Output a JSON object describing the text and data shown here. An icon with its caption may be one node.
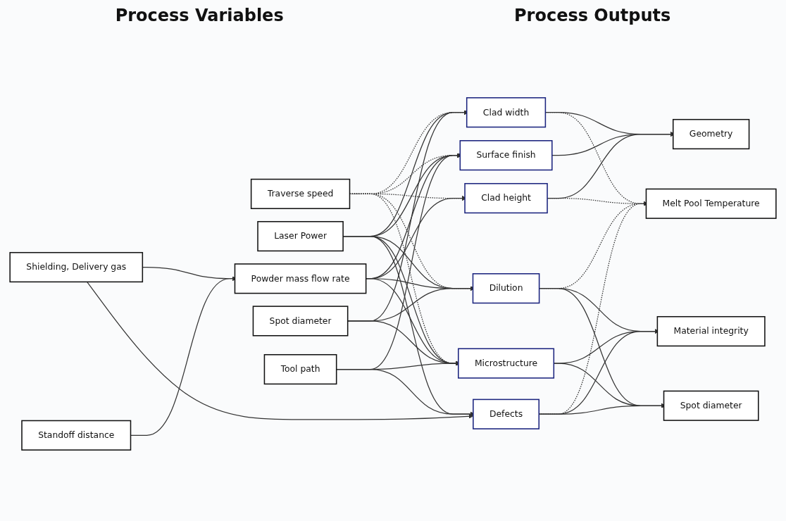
{
  "diagram": {
    "nodes": [
      {
        "text": [
          "Laser Power"
        ]
      },
      {
        "text": [
          "Shielding, Delivery gas"
        ]
      },
      {
        "text": [
          "Powder mass flow rate"
        ]
      },
      {
        "text": [
          "Traverse speed"
        ]
      },
      {
        "text": [
          "Standoff distance"
        ]
      },
      {
        "text": [
          "Spot diameter"
        ]
      },
      {
        "text": [
          "Tool path"
        ]
      },
      {
        "text": [
          "Clad width"
        ]
      },
      {
        "text": [
          "Clad height"
        ]
      },
      {
        "text": [
          "Surface finish"
        ]
      },
      {
        "text": [
          "Microstructure"
        ]
      },
      {
        "text": [
          "Dilution"
        ]
      },
      {
        "text": [
          "Defects"
        ]
      },
      {
        "text": [
          "Geometry"
        ]
      },
      {
        "text": [
          "Melt Pool Temperature"
        ]
      },
      {
        "text": [
          "Material integrity"
        ]
      },
      {
        "text": [
          "Spot diameter"
        ]
      }
    ],
    "edges": [
      {
        "from": 1,
        "to": 2,
        "arrow": "to"
      },
      {
        "from": 4,
        "to": 2,
        "arrow": "to"
      },
      {
        "from": 0,
        "to": 7,
        "arrow": "to"
      },
      {
        "from": 0,
        "to": 9,
        "arrow": "to"
      },
      {
        "from": 0,
        "to": 10,
        "arrow": "to"
      },
      {
        "from": 0,
        "to": 11,
        "arrow": "to"
      },
      {
        "from": 0,
        "to": 12,
        "arrow": "to"
      },
      {
        "from": 1,
        "to": 12,
        "arrow": "to"
      },
      {
        "from": 2,
        "to": 8,
        "arrow": "to"
      },
      {
        "from": 2,
        "to": 9,
        "arrow": "to"
      },
      {
        "from": 2,
        "to": 10,
        "arrow": "to"
      },
      {
        "from": 2,
        "to": 11,
        "arrow": "to"
      },
      {
        "from": 3,
        "to": 7,
        "arrow": "to",
        "style": "dashed"
      },
      {
        "from": 3,
        "to": 8,
        "arrow": "to",
        "style": "dashed"
      },
      {
        "from": 3,
        "to": 9,
        "arrow": "to",
        "style": "dashed"
      },
      {
        "from": 3,
        "to": 10,
        "arrow": "to",
        "style": "dashed"
      },
      {
        "from": 3,
        "to": 11,
        "arrow": "to",
        "style": "dashed"
      },
      {
        "from": 5,
        "to": 7,
        "arrow": "to"
      },
      {
        "from": 5,
        "to": 10,
        "arrow": "to"
      },
      {
        "from": 5,
        "to": 11,
        "arrow": "to"
      },
      {
        "from": 6,
        "to": 9,
        "arrow": "to"
      },
      {
        "from": 6,
        "to": 10,
        "arrow": "to"
      },
      {
        "from": 6,
        "to": 12,
        "arrow": "to"
      },
      {
        "from": 7,
        "to": 13,
        "arrow": "to"
      },
      {
        "from": 8,
        "to": 13,
        "arrow": "to"
      },
      {
        "from": 9,
        "to": 13,
        "arrow": "to"
      },
      {
        "from": 7,
        "to": 14,
        "arrow": "to",
        "style": "dashed"
      },
      {
        "from": 8,
        "to": 14,
        "arrow": "to",
        "style": "dashed"
      },
      {
        "from": 11,
        "to": 14,
        "arrow": "to",
        "style": "dashed"
      },
      {
        "from": 12,
        "to": 14,
        "arrow": "to",
        "style": "dashed"
      },
      {
        "from": 10,
        "to": 15,
        "arrow": "to"
      },
      {
        "from": 11,
        "to": 15,
        "arrow": "to"
      },
      {
        "from": 12,
        "to": 15,
        "arrow": "to"
      },
      {
        "from": 10,
        "to": 16,
        "arrow": "to"
      },
      {
        "from": 11,
        "to": 16,
        "arrow": "to"
      },
      {
        "from": 12,
        "to": 16,
        "arrow": "to"
      }
    ],
    "labels": [
      "Process Variables",
      "Process Outputs"
    ]
  }
}
